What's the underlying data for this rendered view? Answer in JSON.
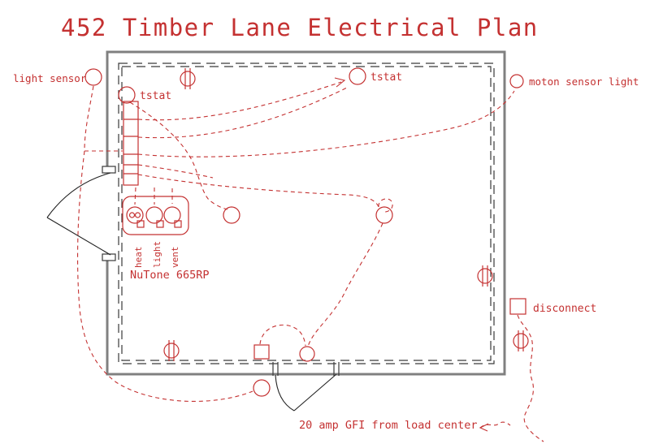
{
  "title": "452 Timber Lane Electrical Plan",
  "colors": {
    "wiring_red": "#c43131",
    "wall_outer_gray": "#808080",
    "wall_inner_dash": "#3a3a3a",
    "door_black": "#222222",
    "background": "#ffffff"
  },
  "labels": {
    "light_sensor": "light sensor",
    "tstat_left": "tstat",
    "tstat_right": "tstat",
    "motion_sensor_light": "moton sensor light",
    "fan_switches": {
      "heat": "heat",
      "light": "light",
      "vent": "vent"
    },
    "fan_model": "NuTone 665RP",
    "disconnect": "disconnect",
    "gfi_note": "20 amp GFI from load center"
  }
}
